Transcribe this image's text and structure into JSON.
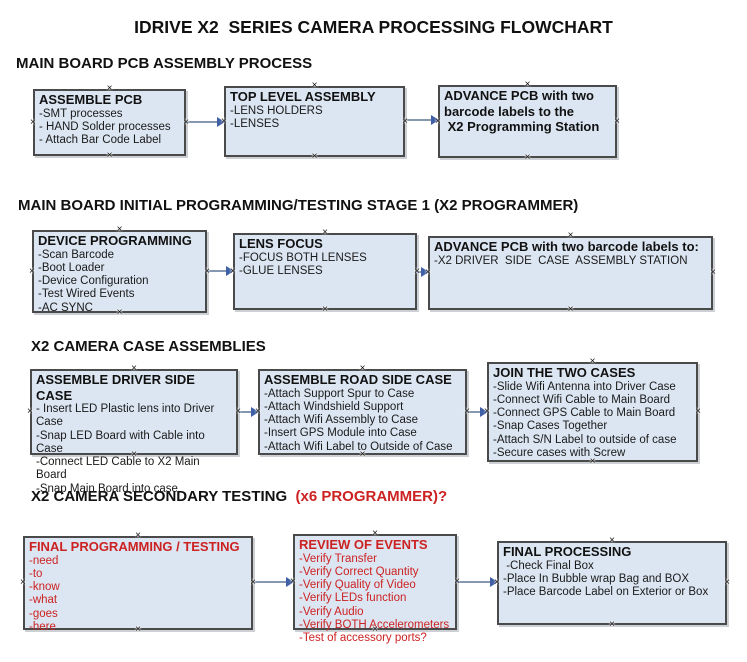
{
  "title": "IDRIVE X2  SERIES CAMERA PROCESSING FLOWCHART",
  "ui": {
    "handle_glyph": "×"
  },
  "colors": {
    "box_fill": "#dce6f2",
    "box_border": "#4a4a4a",
    "arrow_line": "#8598b2",
    "arrow_head": "#3f5fa6",
    "red": "#cc2222",
    "text": "#1a1a1a"
  },
  "sections": [
    {
      "heading": "MAIN BOARD PCB ASSEMBLY PROCESS",
      "boxes": [
        {
          "title": "ASSEMBLE PCB",
          "lines": [
            "-SMT processes",
            "- HAND Solder processes",
            "- Attach Bar Code Label"
          ]
        },
        {
          "title": "TOP LEVEL ASSEMBLY",
          "lines": [
            "-LENS HOLDERS",
            "-LENSES"
          ]
        },
        {
          "title": "ADVANCE PCB with two\nbarcode labels to the\n X2 Programming Station",
          "lines": []
        }
      ]
    },
    {
      "heading": "MAIN BOARD INITIAL PROGRAMMING/TESTING STAGE 1 (X2 PROGRAMMER)",
      "boxes": [
        {
          "title": "DEVICE PROGRAMMING",
          "lines": [
            "-Scan Barcode",
            "-Boot Loader",
            "-Device Configuration",
            "-Test Wired Events",
            "-AC SYNC"
          ]
        },
        {
          "title": "LENS FOCUS",
          "lines": [
            "-FOCUS BOTH LENSES",
            "-GLUE LENSES"
          ]
        },
        {
          "title": "ADVANCE PCB with two barcode labels to:",
          "lines": [
            "-X2 DRIVER  SIDE  CASE  ASSEMBLY STATION"
          ]
        }
      ]
    },
    {
      "heading": "X2 CAMERA CASE ASSEMBLIES",
      "boxes": [
        {
          "title": "ASSEMBLE DRIVER SIDE CASE",
          "lines": [
            "- Insert LED Plastic lens into Driver Case",
            "-Snap LED Board with Cable into Case",
            "-Connect LED Cable to X2 Main Board",
            "-Snap Main Board into case"
          ]
        },
        {
          "title": "ASSEMBLE ROAD SIDE CASE",
          "lines": [
            "-Attach Support Spur to Case",
            "-Attach Windshield Support",
            "-Attach Wifi Assembly to Case",
            "-Insert GPS Module into Case",
            "-Attach Wifi Label to Outside of Case"
          ]
        },
        {
          "title": "JOIN THE TWO CASES",
          "lines": [
            "-Slide Wifi Antenna into Driver Case",
            "-Connect Wifi Cable to Main Board",
            "-Connect GPS Cable to Main Board",
            "-Snap Cases Together",
            "-Attach S/N Label to outside of case",
            "-Secure cases with Screw"
          ]
        }
      ]
    },
    {
      "heading": "X2 CAMERA SECONDARY TESTING ",
      "heading_red": " (x6 PROGRAMMER)?",
      "boxes": [
        {
          "title": "FINAL PROGRAMMING / TESTING",
          "lines": [
            "-need",
            "-to",
            "-know",
            "-what",
            "-goes",
            "-here"
          ]
        },
        {
          "title": "REVIEW OF EVENTS",
          "lines": [
            "-Verify Transfer",
            "-Verify Correct Quantity",
            "-Verify Quality of Video",
            "-Verify LEDs function",
            "-Verify Audio",
            "-Verify BOTH Accelerometers",
            "-Test of accessory ports?"
          ]
        },
        {
          "title": "FINAL PROCESSING",
          "lines": [
            " -Check Final Box",
            "-Place In Bubble wrap Bag and BOX",
            "-Place Barcode Label on Exterior or Box"
          ]
        }
      ]
    }
  ]
}
